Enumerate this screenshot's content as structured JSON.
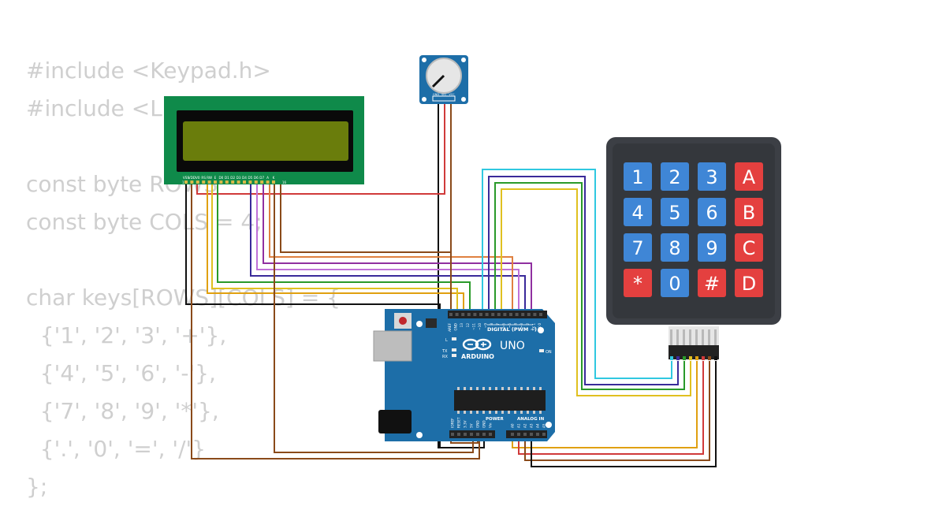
{
  "code": {
    "lines": [
      "#include <Keypad.h>",
      "#include <L",
      "",
      "const byte ROWS",
      "const byte COLS = 4;",
      "",
      "char keys[ROWS][COLS] = {",
      "  {'1', '2', '3', '+'},",
      "  {'4', '5', '6', '-'},",
      "  {'7', '8', '9', '*'},",
      "  {'.', '0', '=', '/'}",
      "};"
    ]
  },
  "lcd": {
    "pin_labels": [
      "VSS",
      "VDD",
      "V0",
      "RS",
      "RW",
      "E",
      "D0",
      "D1",
      "D2",
      "D3",
      "D4",
      "D5",
      "D6",
      "D7",
      "A",
      "K"
    ],
    "pin_start": "1",
    "pin_end": "16"
  },
  "potentiometer": {
    "pin_labels": [
      "GND",
      "SIG",
      "VCC"
    ]
  },
  "arduino": {
    "brand": "ARDUINO",
    "model": "UNO",
    "digital_label": "DIGITAL (PWM ~)",
    "analog_label": "ANALOG IN",
    "power_label": "POWER",
    "on_label": "ON",
    "l_label": "L",
    "tx_label": "TX",
    "rx_label": "RX",
    "digital_pins": [
      "AREF",
      "GND",
      "13",
      "12",
      "~11",
      "~10",
      "~9",
      "8",
      "7",
      "~6",
      "~5",
      "4",
      "~3",
      "2",
      "TX 1",
      "RX 0"
    ],
    "power_pins": [
      "IOREF",
      "RESET",
      "3.3V",
      "5V",
      "GND",
      "GND",
      "Vin"
    ],
    "analog_pins": [
      "A0",
      "A1",
      "A2",
      "A3",
      "A4",
      "A5"
    ]
  },
  "keypad": {
    "keys": [
      {
        "label": "1",
        "type": "digit"
      },
      {
        "label": "2",
        "type": "digit"
      },
      {
        "label": "3",
        "type": "digit"
      },
      {
        "label": "A",
        "type": "letter"
      },
      {
        "label": "4",
        "type": "digit"
      },
      {
        "label": "5",
        "type": "digit"
      },
      {
        "label": "6",
        "type": "digit"
      },
      {
        "label": "B",
        "type": "letter"
      },
      {
        "label": "7",
        "type": "digit"
      },
      {
        "label": "8",
        "type": "digit"
      },
      {
        "label": "9",
        "type": "digit"
      },
      {
        "label": "C",
        "type": "letter"
      },
      {
        "label": "*",
        "type": "letter"
      },
      {
        "label": "0",
        "type": "digit"
      },
      {
        "label": "#",
        "type": "letter"
      },
      {
        "label": "D",
        "type": "letter"
      }
    ]
  },
  "colors": {
    "board": "#1d6ea8",
    "lcd_pcb": "#0f8a4a",
    "lcd_screen": "#6a7d0c",
    "keypad_body": "#3c3f45",
    "key_blue": "#3f86d6",
    "key_red": "#e4403f",
    "code_text": "#cfcfcf"
  }
}
